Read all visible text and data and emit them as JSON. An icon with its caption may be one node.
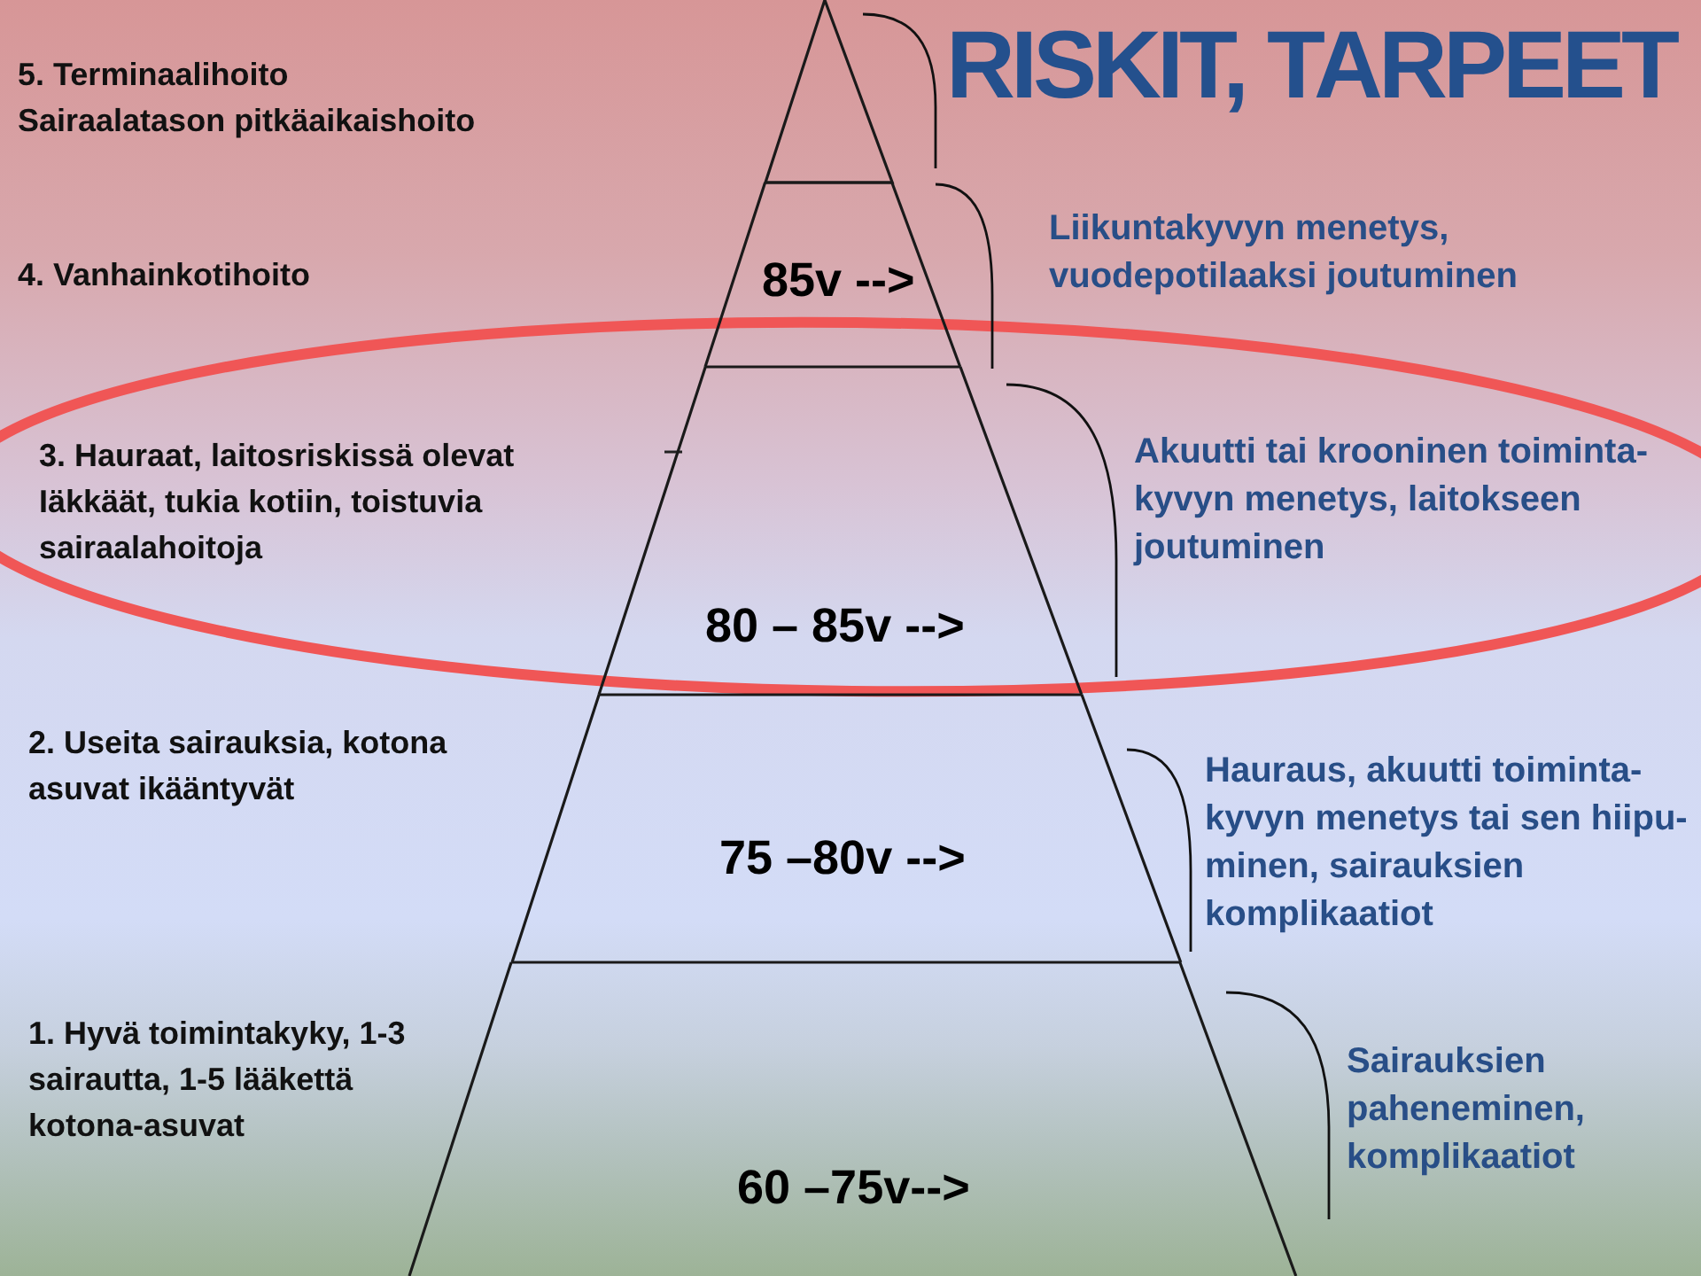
{
  "diagram": {
    "title": "RISKIT, TARPEET",
    "nodes": [
      {
        "text": [],
        "shape": "triangle"
      },
      {
        "text": [
          "85v -->"
        ],
        "beside": [
          "Liikuntakyvyn menetys, vuodepotilaaksi joutuminen"
        ]
      },
      {
        "text": [
          "80 – 85v -->"
        ],
        "beside": [
          "Akuutti tai krooninen toiminta- kyvyn menetys, laitokseen joutuminen"
        ]
      },
      {
        "text": [
          "75 –80v -->"
        ],
        "beside": [
          "Hauraus, akuutti toiminta- kyvyn menetys tai sen hiipu- minen, sairauksien komplikaatiot"
        ]
      },
      {
        "text": [
          "60 –75v-->"
        ],
        "beside": [
          "Sairauksien paheneminen, komplikaatiot"
        ]
      }
    ],
    "labels": [
      "5. Terminaalihoito Sairaalatason pitkäaikaishoito",
      "4. Vanhainkotihoito",
      "3. Hauraat, laitosriskissä olevat Iäkkäät, tukia kotiin, toistuvia sairaalahoitoja",
      "2. Useita sairauksia, kotona asuvat ikääntyvät",
      "1. Hyvä toimintakyky, 1-3 sairautta, 1-5 lääkettä kotona-asuvat"
    ]
  }
}
